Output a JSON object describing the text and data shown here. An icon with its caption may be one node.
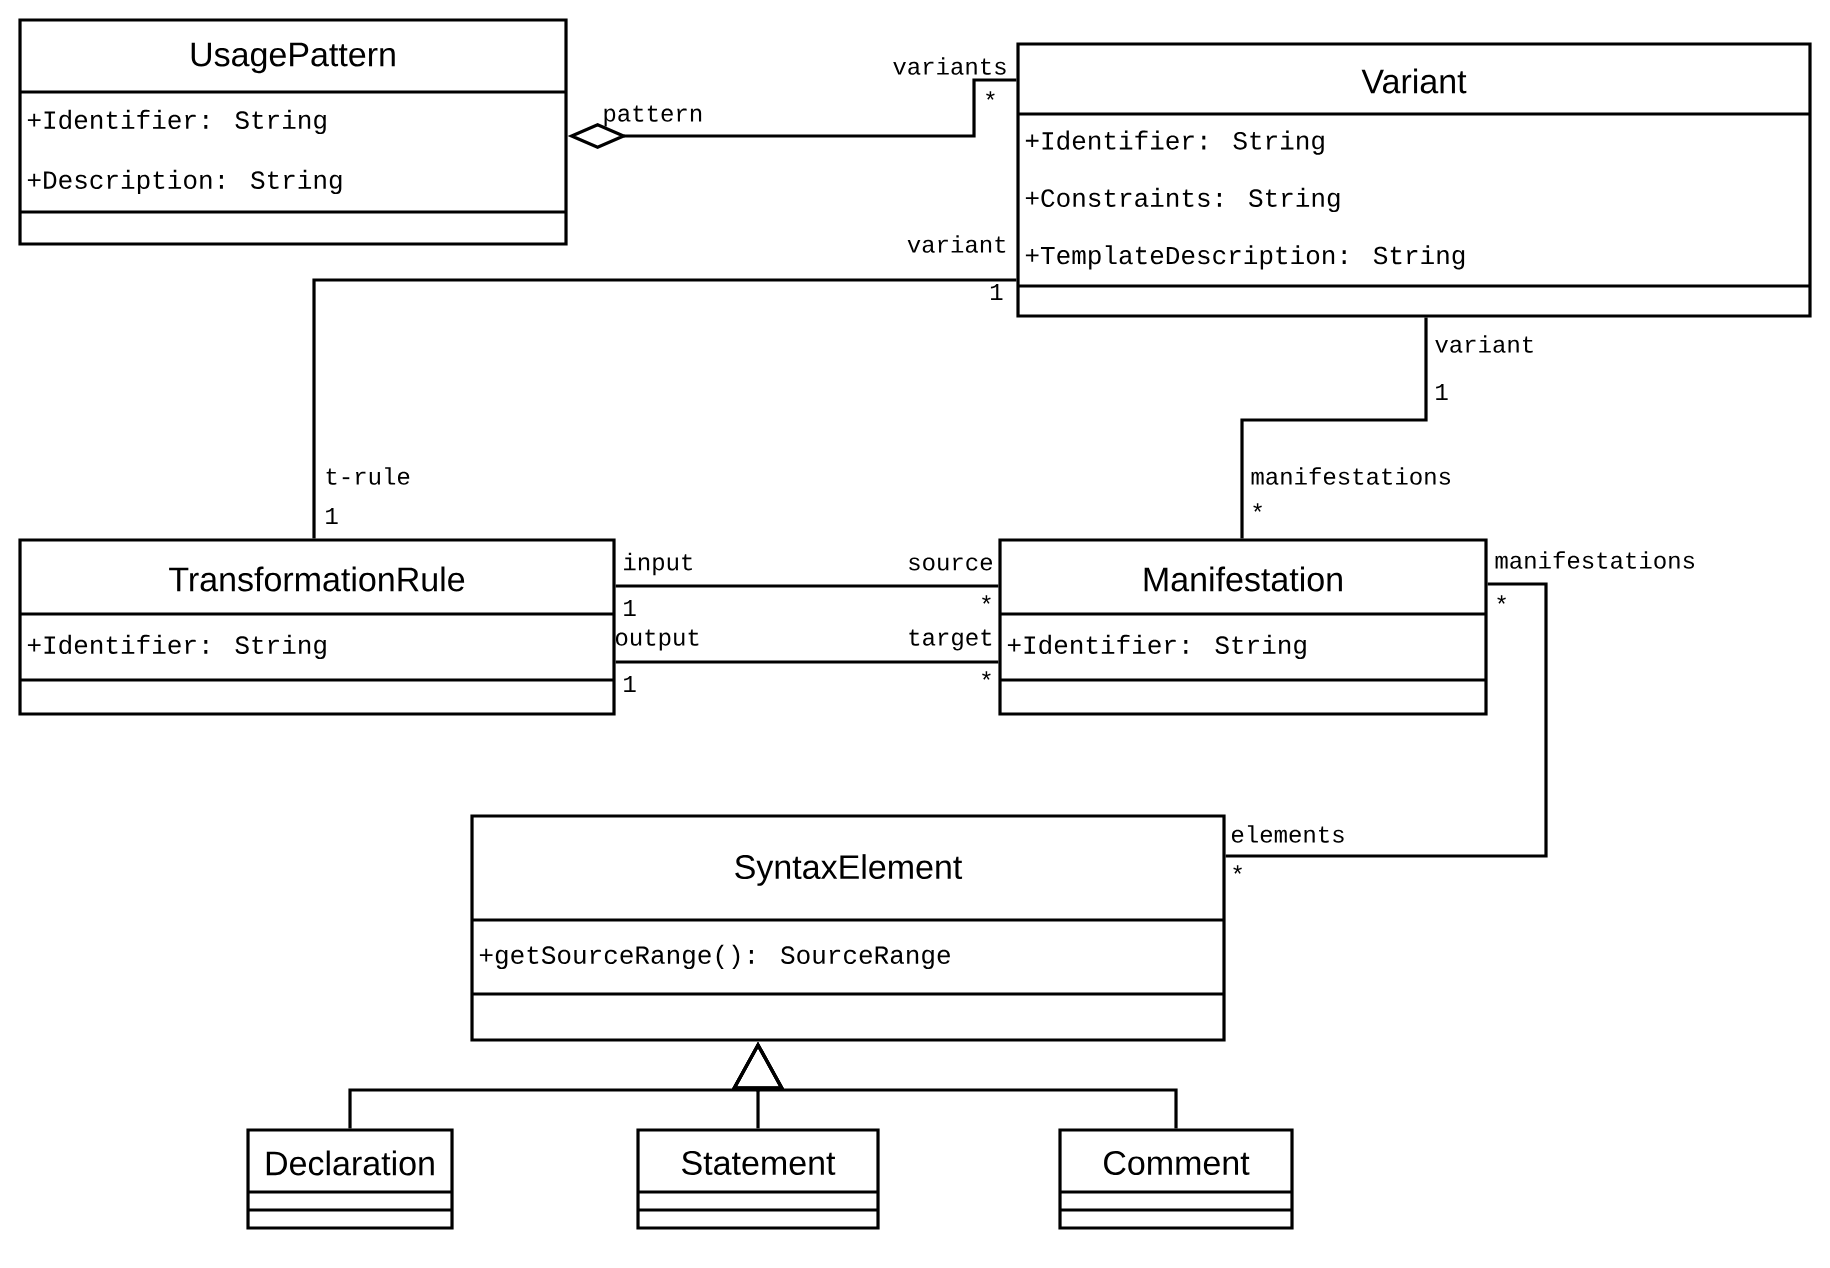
{
  "diagram": {
    "nodes": [
      {
        "text": [
          "UsagePattern",
          "+Identifier: String",
          "+Description: String"
        ]
      },
      {
        "text": [
          "Variant",
          "+Identifier: String",
          "+Constraints: String",
          "+TemplateDescription: String"
        ]
      },
      {
        "text": [
          "TransformationRule",
          "+Identifier: String"
        ]
      },
      {
        "text": [
          "Manifestation",
          "+Identifier: String"
        ]
      },
      {
        "text": [
          "SyntaxElement",
          "+getSourceRange(): SourceRange"
        ]
      },
      {
        "text": [
          "Declaration"
        ]
      },
      {
        "text": [
          "Statement"
        ]
      },
      {
        "text": [
          "Comment"
        ]
      }
    ],
    "edges": [
      {
        "from": 1,
        "to": 0,
        "arrow": "other"
      },
      {
        "from": 1,
        "to": 2,
        "arrow": "none"
      },
      {
        "from": 1,
        "to": 3,
        "arrow": "none"
      },
      {
        "from": 2,
        "to": 3,
        "arrow": "none"
      },
      {
        "from": 2,
        "to": 3,
        "arrow": "none"
      },
      {
        "from": 3,
        "to": 4,
        "arrow": "none"
      },
      {
        "from": 5,
        "to": 4,
        "arrow": "to"
      },
      {
        "from": 6,
        "to": 4,
        "arrow": "to"
      },
      {
        "from": 7,
        "to": 4,
        "arrow": "to"
      }
    ],
    "labels": [
      "variants",
      "*",
      "pattern",
      "variant",
      "1",
      "variant",
      "1",
      "t-rule",
      "1",
      "manifestations",
      "*",
      "input",
      "source",
      "manifestations",
      "1",
      "*",
      "*",
      "output",
      "target",
      "1",
      "*",
      "elements",
      "*"
    ]
  }
}
